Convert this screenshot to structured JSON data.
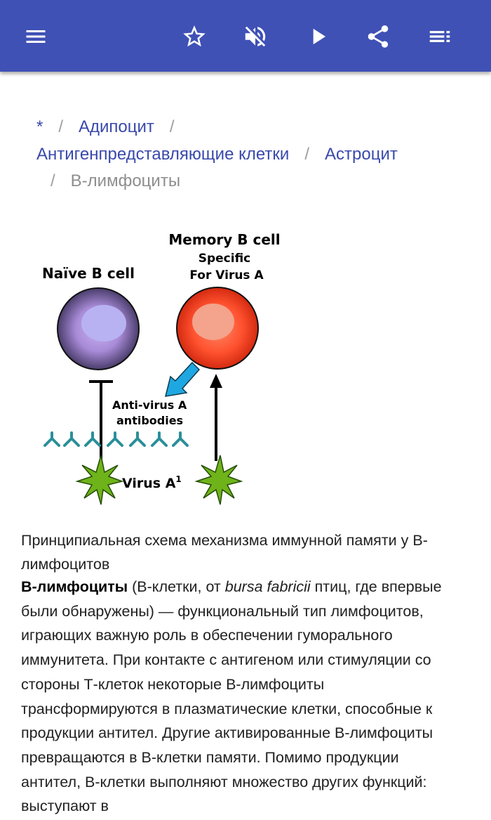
{
  "colors": {
    "appbar": "#3f51b5",
    "link": "#3949ab",
    "text": "#212121"
  },
  "toolbar": {
    "menu_icon": "hamburger-menu-icon",
    "favorite_icon": "star-outline-icon",
    "mute_icon": "volume-off-icon",
    "play_icon": "play-icon",
    "share_icon": "share-icon",
    "playlist_icon": "playlist-icon"
  },
  "breadcrumb": {
    "items": [
      "*",
      "Адипоцит",
      "Антигенпредставляющие клетки",
      "Астроцит"
    ],
    "current": "В-лимфоциты",
    "separator": "/"
  },
  "figure": {
    "naive_label": "Naïve B cell",
    "memory_label": "Memory B cell",
    "memory_sub1": "Specific",
    "memory_sub2": "For Virus A",
    "antibody_label1": "Anti-virus A",
    "antibody_label2": "antibodies",
    "virus_label": "Virus A",
    "virus_superscript": "1"
  },
  "caption": "Принципиальная схема механизма иммунной памяти у В-лимфоцитов",
  "article": {
    "term": "В-лимфоциты",
    "intro_before_italic": " (В-клетки, от ",
    "italic": "bursa fabricii",
    "body": " птиц, где впервые были обнаружены) — функциональный тип лимфоцитов, играющих важную роль в обеспечении гуморального иммунитета. При контакте с антигеном или стимуляции со стороны Т-клеток некоторые В-лимфоциты трансформируются в плазматические клетки, способные к продукции антител. Другие активированные В-лимфоциты превращаются в В-клетки памяти. Помимо продукции антител, В-клетки выполняют множество других функций: выступают в"
  }
}
